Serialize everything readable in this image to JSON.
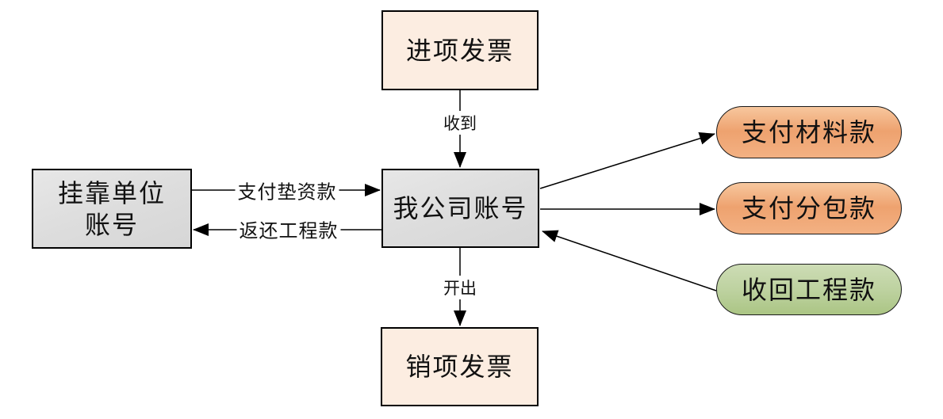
{
  "diagram": {
    "type": "flowchart",
    "nodes": {
      "input_invoice": {
        "label": "进项发票",
        "shape": "rect",
        "fill": "#FCEDE1"
      },
      "company_account": {
        "label": "我公司账号",
        "shape": "rect",
        "fill": "#DDDDDD"
      },
      "affiliated_account": {
        "lines": {
          "0": "挂靠单位",
          "1": "账号"
        },
        "shape": "rect",
        "fill": "#DDDDDD"
      },
      "output_invoice": {
        "label": "销项发票",
        "shape": "rect",
        "fill": "#FCEDE1"
      },
      "pay_materials": {
        "label": "支付材料款",
        "shape": "pill",
        "fill": "#F2A977"
      },
      "pay_subcontract": {
        "label": "支付分包款",
        "shape": "pill",
        "fill": "#F2A977"
      },
      "recover_project": {
        "label": "收回工程款",
        "shape": "pill",
        "fill": "#BCD29D"
      }
    },
    "edges": {
      "receive": {
        "label": "收到",
        "from": "input_invoice",
        "to": "company_account"
      },
      "issue": {
        "label": "开出",
        "from": "company_account",
        "to": "output_invoice"
      },
      "pay_advance": {
        "label": "支付垫资款",
        "from": "affiliated_account",
        "to": "company_account"
      },
      "return_project": {
        "label": "返还工程款",
        "from": "company_account",
        "to": "affiliated_account"
      },
      "to_pay_materials": {
        "label": "",
        "from": "company_account",
        "to": "pay_materials"
      },
      "to_pay_subcontract": {
        "label": "",
        "from": "company_account",
        "to": "pay_subcontract"
      },
      "from_recover_project": {
        "label": "",
        "from": "recover_project",
        "to": "company_account"
      }
    },
    "colors": {
      "cream": "#FCEDE1",
      "gray": "#DDDDDD",
      "orange": "#F2A977",
      "green": "#BCD29D",
      "border": "#000000",
      "background": "#FFFFFF"
    }
  }
}
